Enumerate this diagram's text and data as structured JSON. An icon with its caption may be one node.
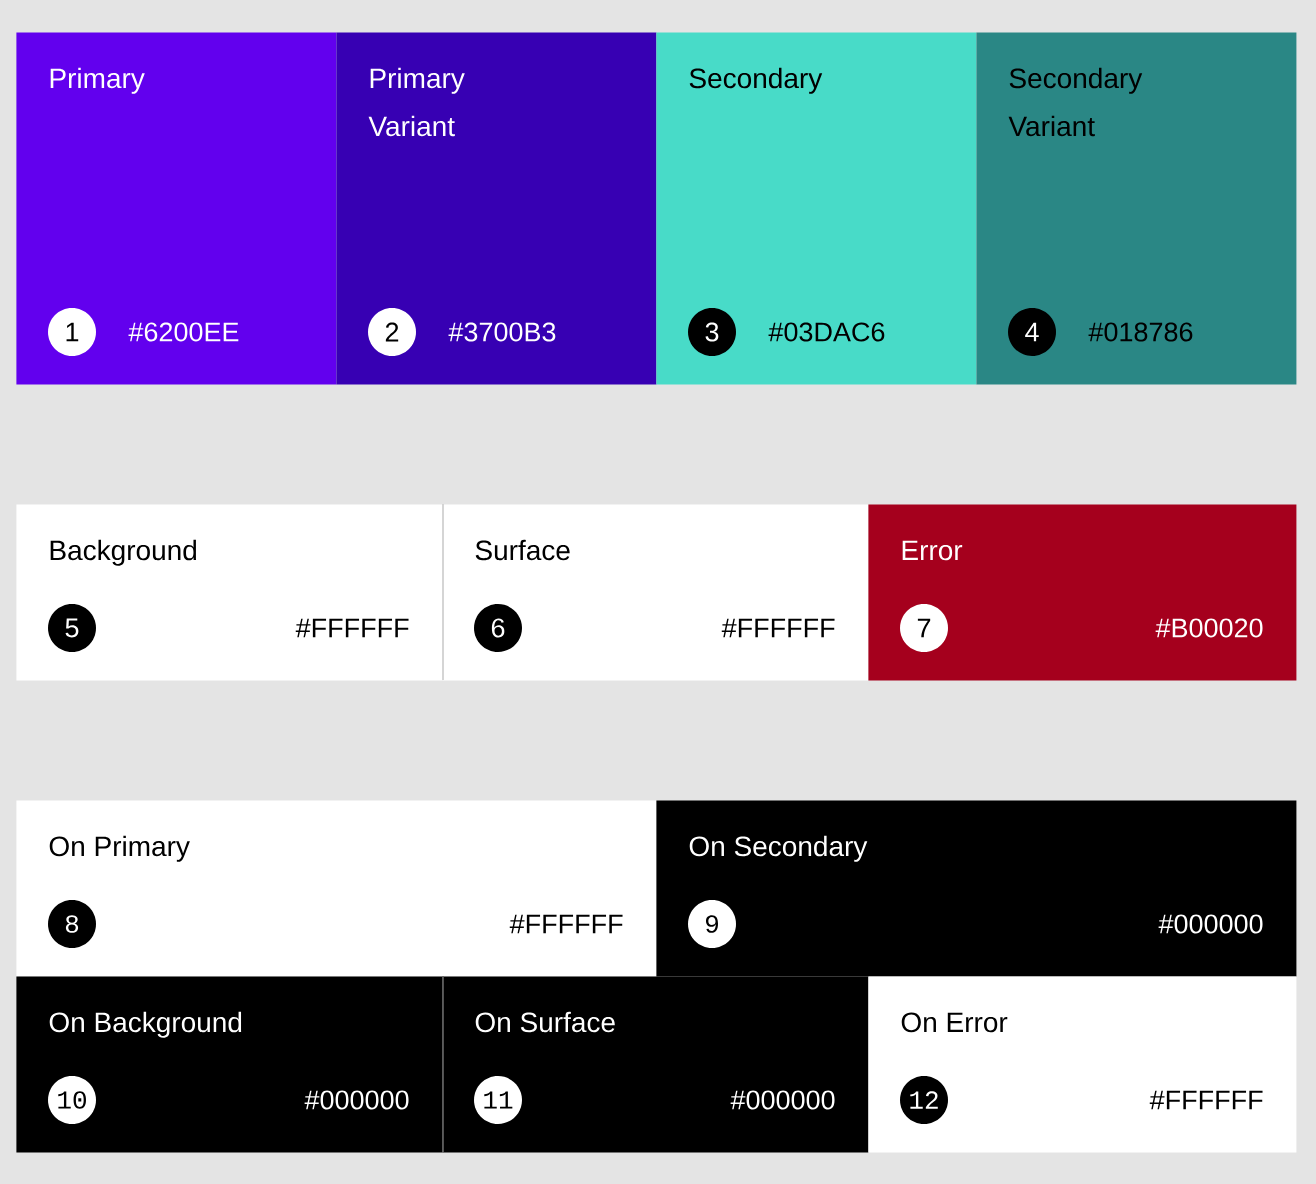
{
  "diagram": {
    "nodes": [
      {
        "text": [
          "Primary",
          "#6200EE"
        ]
      },
      {
        "text": [
          "1"
        ],
        "in": 0
      },
      {
        "text": [
          "Primary Variant",
          "#3700B3"
        ]
      },
      {
        "text": [
          "2"
        ],
        "in": 2
      },
      {
        "text": [
          "Secondary",
          "#03DAC6"
        ]
      },
      {
        "text": [
          "3"
        ],
        "in": 4
      },
      {
        "text": [
          "Secondary Variant",
          "#018786"
        ]
      },
      {
        "text": [
          "4"
        ],
        "in": 6
      },
      {
        "text": [
          "Background",
          "#FFFFFF"
        ]
      },
      {
        "text": [
          "5"
        ],
        "in": 8
      },
      {
        "text": [
          "Surface",
          "#FFFFFF"
        ]
      },
      {
        "text": [
          "6"
        ],
        "in": 10
      },
      {
        "text": [
          "Error",
          "#B00020"
        ]
      },
      {
        "text": [
          "7"
        ],
        "in": 12
      },
      {
        "text": [
          "On Primary",
          "#FFFFFF"
        ]
      },
      {
        "text": [
          "8"
        ],
        "in": 14
      },
      {
        "text": [
          "On Secondary",
          "#000000"
        ]
      },
      {
        "text": [
          "9"
        ],
        "in": 16
      },
      {
        "text": [
          "On Background",
          "#000000"
        ]
      },
      {
        "text": [
          "10"
        ],
        "in": 18
      },
      {
        "text": [
          "On Surface",
          "#000000"
        ]
      },
      {
        "text": [
          "11"
        ],
        "in": 20
      },
      {
        "text": [
          "On Error",
          "#FFFFFF"
        ]
      },
      {
        "text": [
          "12"
        ],
        "in": 22
      }
    ]
  }
}
